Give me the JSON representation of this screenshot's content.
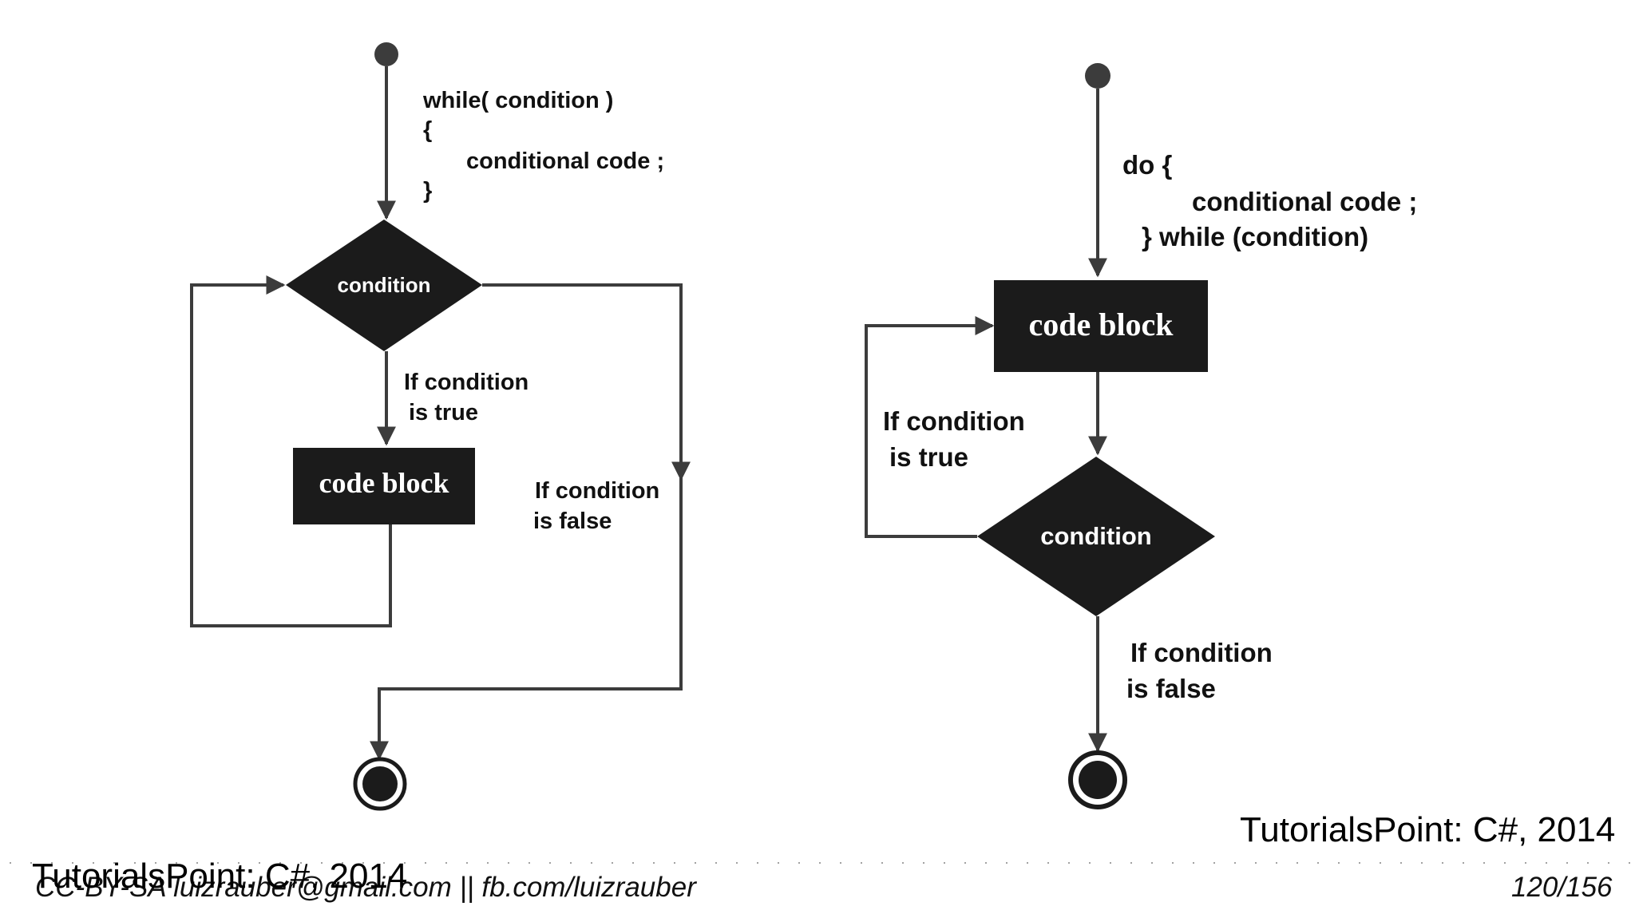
{
  "diagrams": {
    "while_loop": {
      "code": {
        "line1": "while( condition )",
        "line2": "{",
        "line3": "conditional code ;",
        "line4": "}"
      },
      "condition_label": "condition",
      "code_block_label": "code block",
      "true_label": [
        "If condition",
        "is true"
      ],
      "false_label": [
        "If condition",
        "is false"
      ]
    },
    "do_while_loop": {
      "code": {
        "line1": "do {",
        "line2": "conditional code ;",
        "line3": "} while (condition)"
      },
      "code_block_label": "code block",
      "condition_label": "condition",
      "true_label": [
        "If condition",
        "is true"
      ],
      "false_label": [
        "If condition",
        "is false"
      ]
    }
  },
  "source_right": "TutorialsPoint: C#, 2014",
  "source_left": "TutorialsPoint: C#, 2014",
  "footer": {
    "license": "CC-BY-SA luizrauber@gmail.com || fb.com/luizrauber",
    "page": "120/156"
  },
  "colors": {
    "shape_fill": "#1b1b1b",
    "line": "#3c3c3c",
    "text": "#111111"
  }
}
